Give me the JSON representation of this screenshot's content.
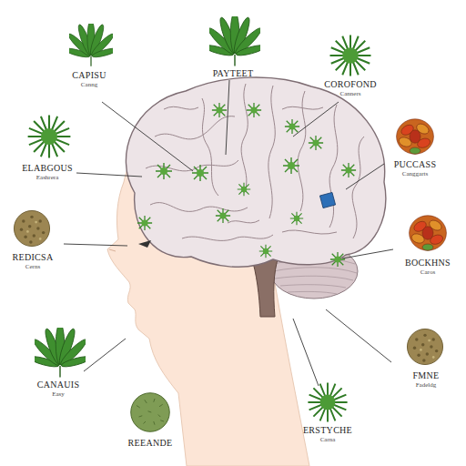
{
  "diagram": {
    "labels": [
      "CAPISU",
      "Canng",
      "PAYTEET",
      "COROFOND",
      "Canners",
      "ELABGOUS",
      "Eashrera",
      "PUCCASS",
      "Canggarts",
      "REDICSA",
      "Cerns",
      "BOCKHNS",
      "Caros",
      "CANAUIS",
      "Easy",
      "FMNE",
      "Fadeldg",
      "REEANDE",
      "ERSTYCHE",
      "Carna"
    ]
  }
}
